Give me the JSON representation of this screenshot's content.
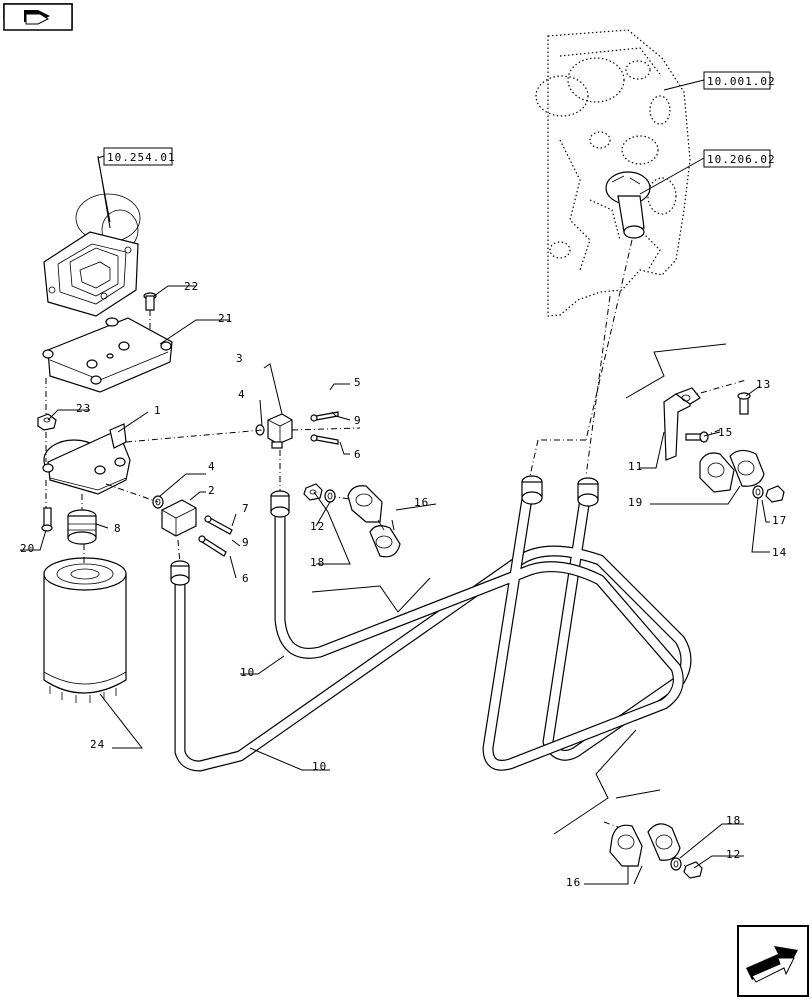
{
  "references": {
    "engine_block": "10.001.02",
    "filter_support": "10.206.02",
    "oil_cooler": "10.254.01"
  },
  "callouts": {
    "c1": "1",
    "c2": "2",
    "c3": "3",
    "c4a": "4",
    "c4b": "4",
    "c5": "5",
    "c6a": "6",
    "c6b": "6",
    "c7": "7",
    "c8": "8",
    "c9a": "9",
    "c9b": "9",
    "c10a": "10",
    "c10b": "10",
    "c11": "11",
    "c12a": "12",
    "c12b": "12",
    "c13": "13",
    "c14": "14",
    "c15": "15",
    "c16a": "16",
    "c16b": "16",
    "c17": "17",
    "c18a": "18",
    "c18b": "18",
    "c19": "19",
    "c20": "20",
    "c21": "21",
    "c22": "22",
    "c23": "23",
    "c24": "24"
  },
  "icons": {
    "top_left": "book-arrow-icon",
    "bottom_right": "next-page-arrow-icon"
  }
}
